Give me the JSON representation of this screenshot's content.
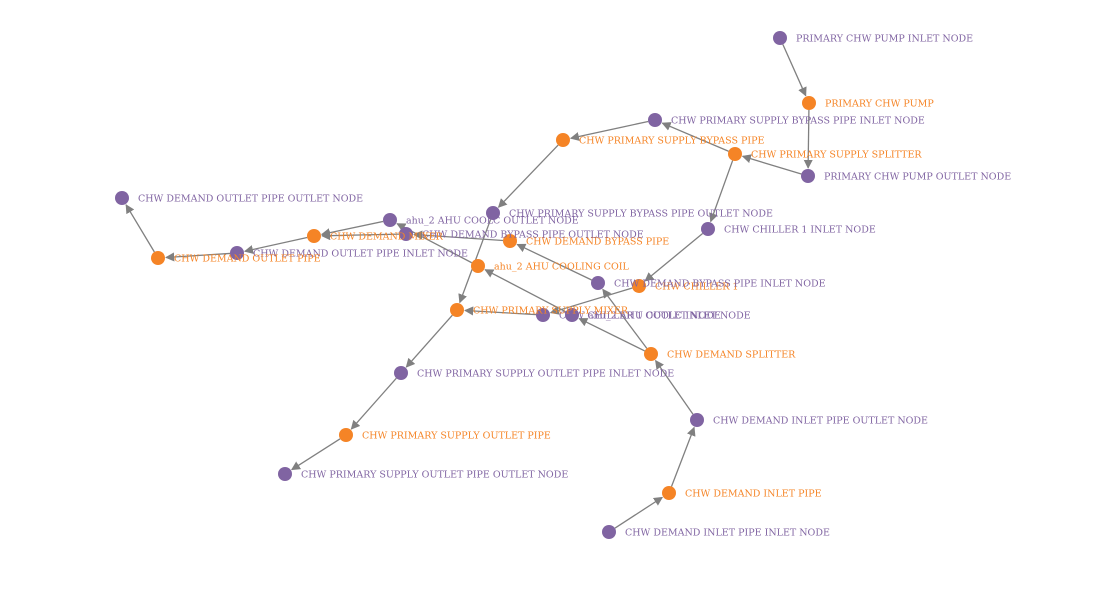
{
  "colors": {
    "node": "#8064A2",
    "component": "#F58426",
    "edge": "#808080"
  },
  "nodes": [
    {
      "id": "n1",
      "label": "PRIMARY CHW PUMP INLET NODE",
      "kind": "node"
    },
    {
      "id": "n2",
      "label": "PRIMARY CHW PUMP",
      "kind": "component"
    },
    {
      "id": "n3",
      "label": "PRIMARY CHW PUMP OUTLET NODE",
      "kind": "node"
    },
    {
      "id": "n4",
      "label": "CHW PRIMARY SUPPLY SPLITTER",
      "kind": "component"
    },
    {
      "id": "n5",
      "label": "CHW PRIMARY SUPPLY BYPASS PIPE INLET NODE",
      "kind": "node"
    },
    {
      "id": "n6",
      "label": "CHW PRIMARY SUPPLY BYPASS PIPE",
      "kind": "component"
    },
    {
      "id": "n7",
      "label": "CHW PRIMARY SUPPLY BYPASS PIPE OUTLET NODE",
      "kind": "node"
    },
    {
      "id": "n8",
      "label": "CHW CHILLER 1 INLET NODE",
      "kind": "node"
    },
    {
      "id": "n9",
      "label": "CHW CHILLER 1",
      "kind": "component"
    },
    {
      "id": "n10",
      "label": "CHW DEMAND BYPASS PIPE INLET NODE",
      "kind": "node"
    },
    {
      "id": "n11",
      "label": "CHW DEMAND BYPASS PIPE",
      "kind": "component"
    },
    {
      "id": "n12",
      "label": "CHW DEMAND BYPASS PIPE OUTLET NODE",
      "kind": "node"
    },
    {
      "id": "n13",
      "label": "CHW DEMAND MIXER",
      "kind": "component"
    },
    {
      "id": "n14",
      "label": "ahu_2 AHU COOLC OUTLET NODE",
      "kind": "node"
    },
    {
      "id": "n15",
      "label": "ahu_2 AHU COOLING COIL",
      "kind": "component"
    },
    {
      "id": "n16",
      "label": "ahu_2 AHU COOLC INLET NODE",
      "kind": "node"
    },
    {
      "id": "n17",
      "label": "CHW CHILLER 1 OUTLET NODE",
      "kind": "node"
    },
    {
      "id": "n18",
      "label": "CHW PRIMARY SUPPLY MIXER",
      "kind": "component"
    },
    {
      "id": "n19",
      "label": "CHW DEMAND SPLITTER",
      "kind": "component"
    },
    {
      "id": "n20",
      "label": "CHW DEMAND OUTLET PIPE INLET NODE",
      "kind": "node"
    },
    {
      "id": "n21",
      "label": "CHW DEMAND OUTLET PIPE",
      "kind": "component"
    },
    {
      "id": "n22",
      "label": "CHW DEMAND OUTLET PIPE OUTLET NODE",
      "kind": "node"
    },
    {
      "id": "n23",
      "label": "CHW PRIMARY SUPPLY OUTLET PIPE INLET NODE",
      "kind": "node"
    },
    {
      "id": "n24",
      "label": "CHW PRIMARY SUPPLY OUTLET PIPE",
      "kind": "component"
    },
    {
      "id": "n25",
      "label": "CHW PRIMARY SUPPLY OUTLET PIPE OUTLET NODE",
      "kind": "node"
    },
    {
      "id": "n26",
      "label": "CHW DEMAND INLET PIPE OUTLET NODE",
      "kind": "node"
    },
    {
      "id": "n27",
      "label": "CHW DEMAND INLET PIPE",
      "kind": "component"
    },
    {
      "id": "n28",
      "label": "CHW DEMAND INLET PIPE INLET NODE",
      "kind": "node"
    }
  ],
  "edges": [
    {
      "from": "n1",
      "to": "n2"
    },
    {
      "from": "n2",
      "to": "n3"
    },
    {
      "from": "n3",
      "to": "n4"
    },
    {
      "from": "n4",
      "to": "n5"
    },
    {
      "from": "n5",
      "to": "n6"
    },
    {
      "from": "n6",
      "to": "n7"
    },
    {
      "from": "n7",
      "to": "n18"
    },
    {
      "from": "n4",
      "to": "n8"
    },
    {
      "from": "n8",
      "to": "n9"
    },
    {
      "from": "n9",
      "to": "n17"
    },
    {
      "from": "n17",
      "to": "n18"
    },
    {
      "from": "n18",
      "to": "n23"
    },
    {
      "from": "n23",
      "to": "n24"
    },
    {
      "from": "n24",
      "to": "n25"
    },
    {
      "from": "n28",
      "to": "n27"
    },
    {
      "from": "n27",
      "to": "n26"
    },
    {
      "from": "n26",
      "to": "n19"
    },
    {
      "from": "n19",
      "to": "n10"
    },
    {
      "from": "n10",
      "to": "n11"
    },
    {
      "from": "n11",
      "to": "n12"
    },
    {
      "from": "n12",
      "to": "n13"
    },
    {
      "from": "n19",
      "to": "n16"
    },
    {
      "from": "n16",
      "to": "n15"
    },
    {
      "from": "n15",
      "to": "n14"
    },
    {
      "from": "n14",
      "to": "n13"
    },
    {
      "from": "n13",
      "to": "n20"
    },
    {
      "from": "n20",
      "to": "n21"
    },
    {
      "from": "n21",
      "to": "n22"
    }
  ]
}
